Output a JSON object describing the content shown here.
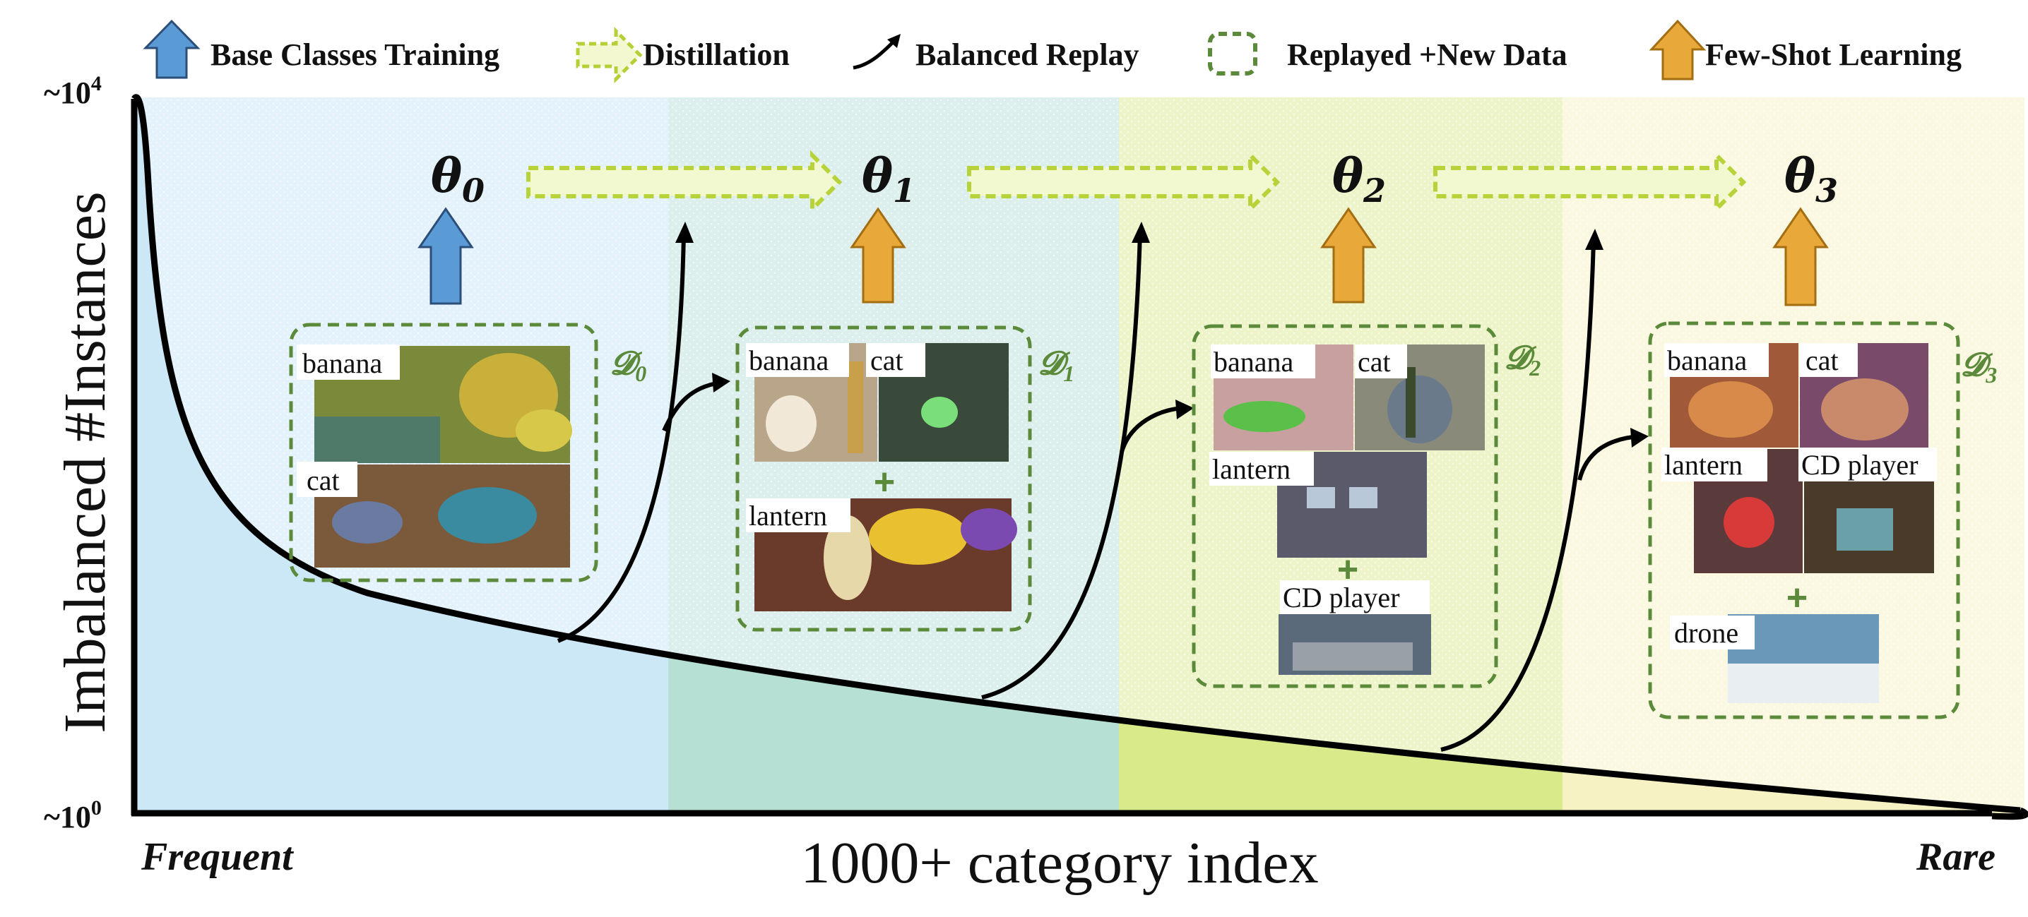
{
  "legend": {
    "base": "Base Classes Training",
    "distill": "Distillation",
    "replay": "Balanced Replay",
    "data": "Replayed +New Data",
    "fewshot": "Few-Shot Learning"
  },
  "axes": {
    "ylabel": "Imbalanced #Instances",
    "xlabel": "1000+ category index",
    "ytick_top": "~10",
    "ytick_top_exp": "4",
    "ytick_bottom": "~10",
    "ytick_bottom_exp": "0",
    "left_end": "Frequent",
    "right_end": "Rare"
  },
  "stages": [
    {
      "theta": "θ",
      "sub": "0",
      "dataset": "𝓓",
      "dsub": "0"
    },
    {
      "theta": "θ",
      "sub": "1",
      "dataset": "𝓓",
      "dsub": "1"
    },
    {
      "theta": "θ",
      "sub": "2",
      "dataset": "𝓓",
      "dsub": "2"
    },
    {
      "theta": "θ",
      "sub": "3",
      "dataset": "𝓓",
      "dsub": "3"
    }
  ],
  "classes": {
    "banana": "banana",
    "cat": "cat",
    "lantern": "lantern",
    "cd_player": "CD player",
    "drone": "drone",
    "plus": "+"
  },
  "colors": {
    "stage0_bg": "#d6ecf8",
    "stage1_bg": "#cdeae4",
    "stage2_bg": "#e6f0b4",
    "stage3_bg": "#f8f4d4",
    "base_arrow": "#5b9bd5",
    "fewshot_arrow": "#e8a93a",
    "distill_arrow": "#c4dd40",
    "box_dash": "#5b8a3a"
  }
}
